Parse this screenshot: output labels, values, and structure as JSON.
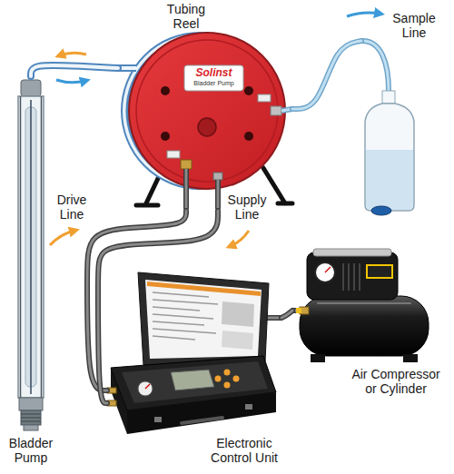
{
  "diagram": {
    "nodes": [
      {
        "text": [
          "Tubing Reel",
          "Solinst",
          "Bladder Pump"
        ]
      },
      {
        "text": [
          "Sample Line"
        ]
      },
      {
        "text": [
          "Bladder Pump"
        ]
      },
      {
        "text": [
          "Electronic Control Unit"
        ]
      },
      {
        "text": [
          "Air Compressor or Cylinder"
        ]
      }
    ],
    "edges": [
      {
        "from": 0,
        "to": 2,
        "arrow": "none"
      },
      {
        "from": 0,
        "to": 1,
        "arrow": "none"
      },
      {
        "from": 3,
        "to": 0,
        "arrow": "none"
      },
      {
        "from": 3,
        "to": 0,
        "arrow": "none"
      },
      {
        "from": 4,
        "to": 3,
        "arrow": "none"
      }
    ],
    "labels": [
      "Drive Line",
      "Supply Line"
    ]
  }
}
